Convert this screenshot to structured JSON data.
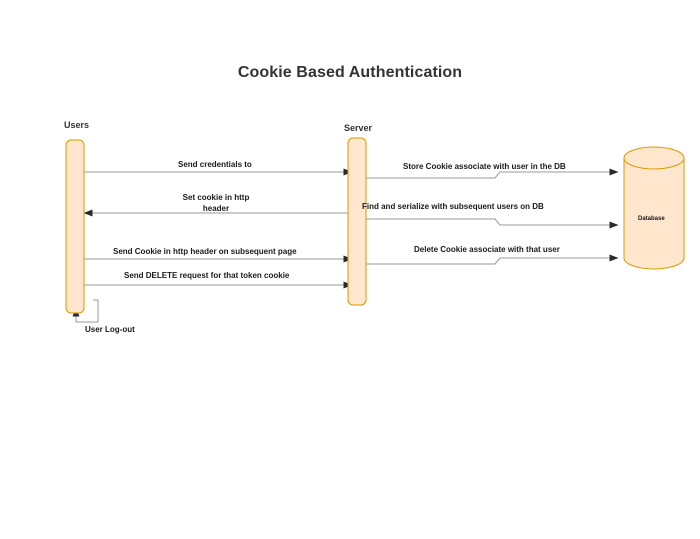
{
  "diagram": {
    "title": "Cookie Based Authentication",
    "type": "sequence-diagram",
    "background_color": "#ffffff",
    "shape_fill": "#ffe6cc",
    "shape_stroke": "#d79b00",
    "line_color": "#999999",
    "text_color": "#333333"
  },
  "participants": [
    {
      "id": "users",
      "label": "Users",
      "kind": "actor-lifeline"
    },
    {
      "id": "server",
      "label": "Server",
      "kind": "actor-lifeline"
    },
    {
      "id": "database",
      "label": "Database",
      "kind": "database-cylinder"
    }
  ],
  "messages": [
    {
      "index": 1,
      "label": "Send credentials to",
      "from": "users",
      "to": "server",
      "direction": "right",
      "lines": [
        "Send credentials to"
      ]
    },
    {
      "index": 2,
      "label": "Store Cookie  associate with user in the DB",
      "from": "server",
      "to": "database",
      "direction": "right",
      "lines": [
        "Store Cookie  associate with user in the DB"
      ]
    },
    {
      "index": 3,
      "label": "Set cookie in http header",
      "from": "server",
      "to": "users",
      "direction": "left",
      "lines": [
        "Set cookie in http",
        "header"
      ]
    },
    {
      "index": 4,
      "label": "Find and serialize with subsequent users on DB",
      "from": "server",
      "to": "database",
      "direction": "right",
      "lines": [
        "Find and serialize with subsequent users on DB"
      ]
    },
    {
      "index": 5,
      "label": "Send Cookie in http header  on subsequent page",
      "from": "users",
      "to": "server",
      "direction": "right",
      "lines": [
        "Send Cookie in http header  on subsequent page"
      ]
    },
    {
      "index": 6,
      "label": "Delete Cookie associate with that user",
      "from": "server",
      "to": "database",
      "direction": "right",
      "lines": [
        "Delete Cookie associate with that user"
      ]
    },
    {
      "index": 7,
      "label": "Send DELETE request for that token cookie",
      "from": "users",
      "to": "server",
      "direction": "right",
      "lines": [
        "Send DELETE request for that token cookie"
      ]
    },
    {
      "index": 8,
      "label": "User Log-out",
      "from": "users",
      "to": "users",
      "direction": "self-loop",
      "lines": [
        "User Log-out"
      ]
    }
  ]
}
